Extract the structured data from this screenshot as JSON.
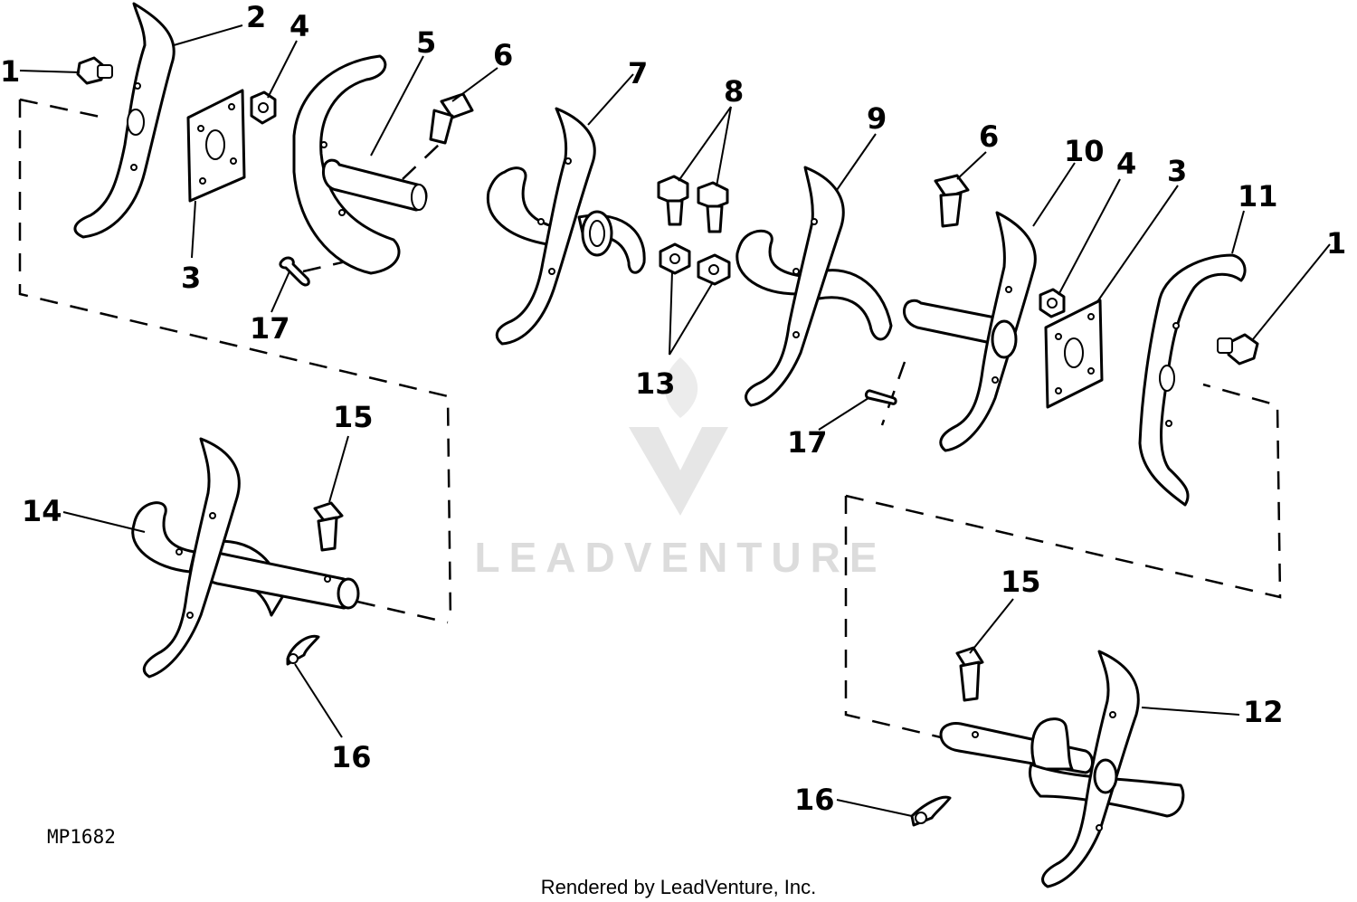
{
  "callouts": [
    {
      "id": "c1a",
      "text": "1"
    },
    {
      "id": "c2",
      "text": "2"
    },
    {
      "id": "c4a",
      "text": "4"
    },
    {
      "id": "c5",
      "text": "5"
    },
    {
      "id": "c6a",
      "text": "6"
    },
    {
      "id": "c7",
      "text": "7"
    },
    {
      "id": "c8",
      "text": "8"
    },
    {
      "id": "c9",
      "text": "9"
    },
    {
      "id": "c6b",
      "text": "6"
    },
    {
      "id": "c10",
      "text": "10"
    },
    {
      "id": "c4b",
      "text": "4"
    },
    {
      "id": "c3b",
      "text": "3"
    },
    {
      "id": "c11",
      "text": "11"
    },
    {
      "id": "c1b",
      "text": "1"
    },
    {
      "id": "c3a",
      "text": "3"
    },
    {
      "id": "c17a",
      "text": "17"
    },
    {
      "id": "c13",
      "text": "13"
    },
    {
      "id": "c17b",
      "text": "17"
    },
    {
      "id": "c15a",
      "text": "15"
    },
    {
      "id": "c14",
      "text": "14"
    },
    {
      "id": "c16a",
      "text": "16"
    },
    {
      "id": "c15b",
      "text": "15"
    },
    {
      "id": "c12",
      "text": "12"
    },
    {
      "id": "c16b",
      "text": "16"
    }
  ],
  "figure_code": "MP1682",
  "footer": "Rendered by LeadVenture, Inc.",
  "watermark": "LEADVENTURE",
  "colors": {
    "line": "#000000",
    "background": "#ffffff",
    "watermark": "#dcdcdc"
  }
}
